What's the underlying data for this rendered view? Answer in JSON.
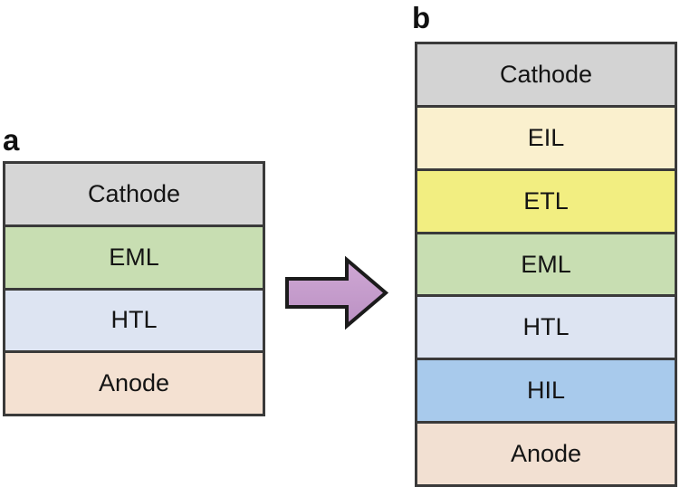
{
  "figure": {
    "type": "diagram",
    "description": "Comparison of OLED device layer stacks: a simple three-organic-layer device versus a multilayer device with injection layers",
    "background_color": "#ffffff",
    "border_color": "#3a3a3a",
    "text_color": "#141414"
  },
  "panels": [
    {
      "letter": "a",
      "name": "simple-stack",
      "layers": [
        {
          "label": "Cathode",
          "color": "#d6d6d6"
        },
        {
          "label": "EML",
          "color": "#c8deb2"
        },
        {
          "label": "HTL",
          "color": "#dde4f2"
        },
        {
          "label": "Anode",
          "color": "#f4e1d2"
        }
      ]
    },
    {
      "letter": "b",
      "name": "multilayer-stack",
      "layers": [
        {
          "label": "Cathode",
          "color": "#d3d3d3"
        },
        {
          "label": "EIL",
          "color": "#faf0ce"
        },
        {
          "label": "ETL",
          "color": "#f2ee81"
        },
        {
          "label": "EML",
          "color": "#c8deb2"
        },
        {
          "label": "HTL",
          "color": "#dde4f2"
        },
        {
          "label": "HIL",
          "color": "#a8caec"
        },
        {
          "label": "Anode",
          "color": "#f2e0d2"
        }
      ]
    }
  ],
  "arrow": {
    "name": "transition-arrow",
    "direction": "right",
    "fill_color": "#c9a0ce",
    "stroke_color": "#1b1b1b"
  }
}
